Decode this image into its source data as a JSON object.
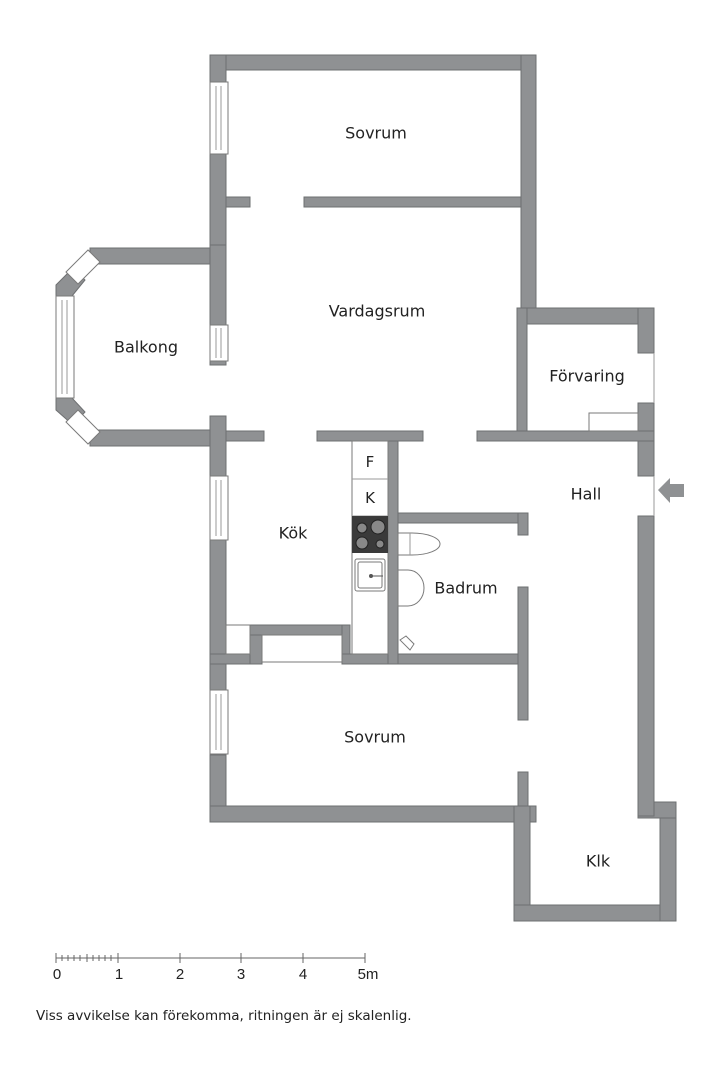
{
  "rooms": {
    "sovrum_top": "Sovrum",
    "vardagsrum": "Vardagsrum",
    "balkong": "Balkong",
    "forvaring": "Förvaring",
    "hall": "Hall",
    "kok": "Kök",
    "badrum": "Badrum",
    "sovrum_bottom": "Sovrum",
    "klk": "Klk"
  },
  "appliances": {
    "fridge": "F",
    "freezer": "K"
  },
  "scale": {
    "ticks": [
      "0",
      "1",
      "2",
      "3",
      "4",
      "5m"
    ],
    "unit": "m"
  },
  "disclaimer": "Viss avvikelse kan förekomma, ritningen är ej skalenlig.",
  "colors": {
    "wall": "#8f9193",
    "stove": "#3a3a3a",
    "background": "#ffffff"
  },
  "icons": {
    "entrance": "entrance-arrow-icon"
  }
}
